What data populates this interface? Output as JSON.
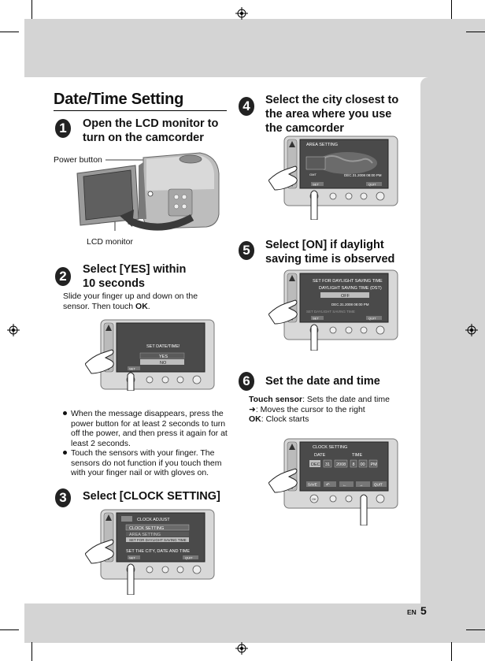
{
  "page": {
    "title": "Date/Time Setting",
    "lang_label": "EN",
    "page_number": "5"
  },
  "steps": [
    {
      "num": "1",
      "heading_line1": "Open the LCD monitor to",
      "heading_line2": "turn on the camcorder"
    },
    {
      "num": "2",
      "heading_line1": "Select [YES] within",
      "heading_line2": "10 seconds"
    },
    {
      "num": "3",
      "heading_line1": "Select [CLOCK SETTING]",
      "heading_line2": ""
    },
    {
      "num": "4",
      "heading_line1": "Select the city closest to",
      "heading_line2": "the area where you use",
      "heading_line3": "the camcorder"
    },
    {
      "num": "5",
      "heading_line1": "Select [ON] if daylight",
      "heading_line2": "saving time is observed"
    },
    {
      "num": "6",
      "heading_line1": "Set the date and time",
      "heading_line2": ""
    }
  ],
  "step1": {
    "power_label": "Power button",
    "lcd_label": "LCD monitor"
  },
  "step2": {
    "text_line1": "Slide your finger up and down on the",
    "text_line2_pre": "sensor. Then touch ",
    "text_line2_bold": "OK",
    "text_line2_post": ".",
    "screen": {
      "prompt": "SET DATE/TIME!",
      "yes": "YES",
      "no": "NO",
      "button": "SET"
    }
  },
  "notes": [
    {
      "l1": "When the message disappears, press the",
      "l2": "power button for at least 2 seconds to turn",
      "l3": "off the power, and then press it again for at",
      "l4": "least 2 seconds."
    },
    {
      "l1": "Touch the sensors with your finger. The",
      "l2": "sensors do not function if you touch them",
      "l3": "with your finger nail or with gloves on.",
      "l4": ""
    }
  ],
  "step3_screen": {
    "header": "CLOCK ADJUST",
    "item1": "CLOCK SETTING",
    "item2": "AREA SETTING",
    "item3": "SET FOR DAYLIGHT SAVING TIME",
    "caption": "SET THE CITY, DATE AND TIME",
    "btn_set": "SET",
    "btn_quit": "QUIT"
  },
  "step4_screen": {
    "header": "AREA SETTING",
    "datetime": "DEC.31.2008 08:00 PM",
    "gmt": "GMT",
    "btn_set": "SET",
    "btn_quit": "QUIT"
  },
  "step5_screen": {
    "header": "SET FOR DAYLIGHT SAVING TIME",
    "sub": "DAYLIGHT SAVING TIME (DST)",
    "value": "OFF",
    "datetime": "DEC.31.2008 08:00 PM",
    "caption": "SET DAYLIGHT SAVING TIME",
    "btn_set": "SET",
    "btn_quit": "QUIT"
  },
  "step6": {
    "touch_bold": "Touch sensor",
    "touch_rest": ": Sets the date and time",
    "arrow_rest": ": Moves the cursor to the right",
    "ok_bold": "OK",
    "ok_rest": ": Clock starts",
    "screen": {
      "header": "CLOCK SETTING",
      "date_label": "DATE",
      "time_label": "TIME",
      "month": "DEC",
      "day": "31",
      "year": "2008",
      "hour": "8",
      "minute": "00",
      "ampm": "PM",
      "btn_save": "SAVE",
      "btn_quit": "QUIT"
    }
  }
}
